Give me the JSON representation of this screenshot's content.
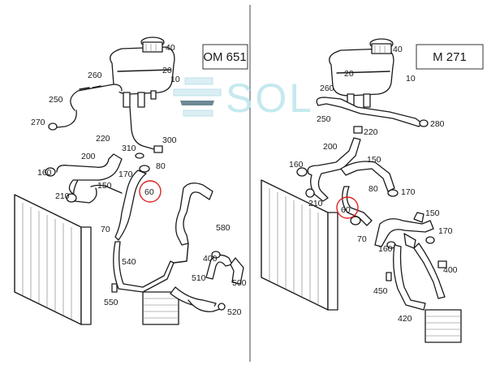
{
  "watermark": {
    "text": "SOL"
  },
  "panels": [
    {
      "engine": "OM 651",
      "highlight": "60",
      "callouts": [
        "40",
        "260",
        "20",
        "10",
        "250",
        "270",
        "220",
        "300",
        "310",
        "200",
        "80",
        "160",
        "170",
        "60",
        "150",
        "210",
        "580",
        "70",
        "540",
        "400",
        "510",
        "500",
        "550",
        "520"
      ]
    },
    {
      "engine": "M 271",
      "highlight": "60",
      "callouts": [
        "40",
        "260",
        "20",
        "10",
        "250",
        "220",
        "280",
        "200",
        "150",
        "160",
        "80",
        "170",
        "210",
        "60",
        "150",
        "70",
        "170",
        "160",
        "400",
        "450",
        "420"
      ]
    }
  ],
  "colors": {
    "highlight_ring": "#e02020",
    "watermark_text": "#bfe7ee",
    "line": "#1a1a1a"
  }
}
